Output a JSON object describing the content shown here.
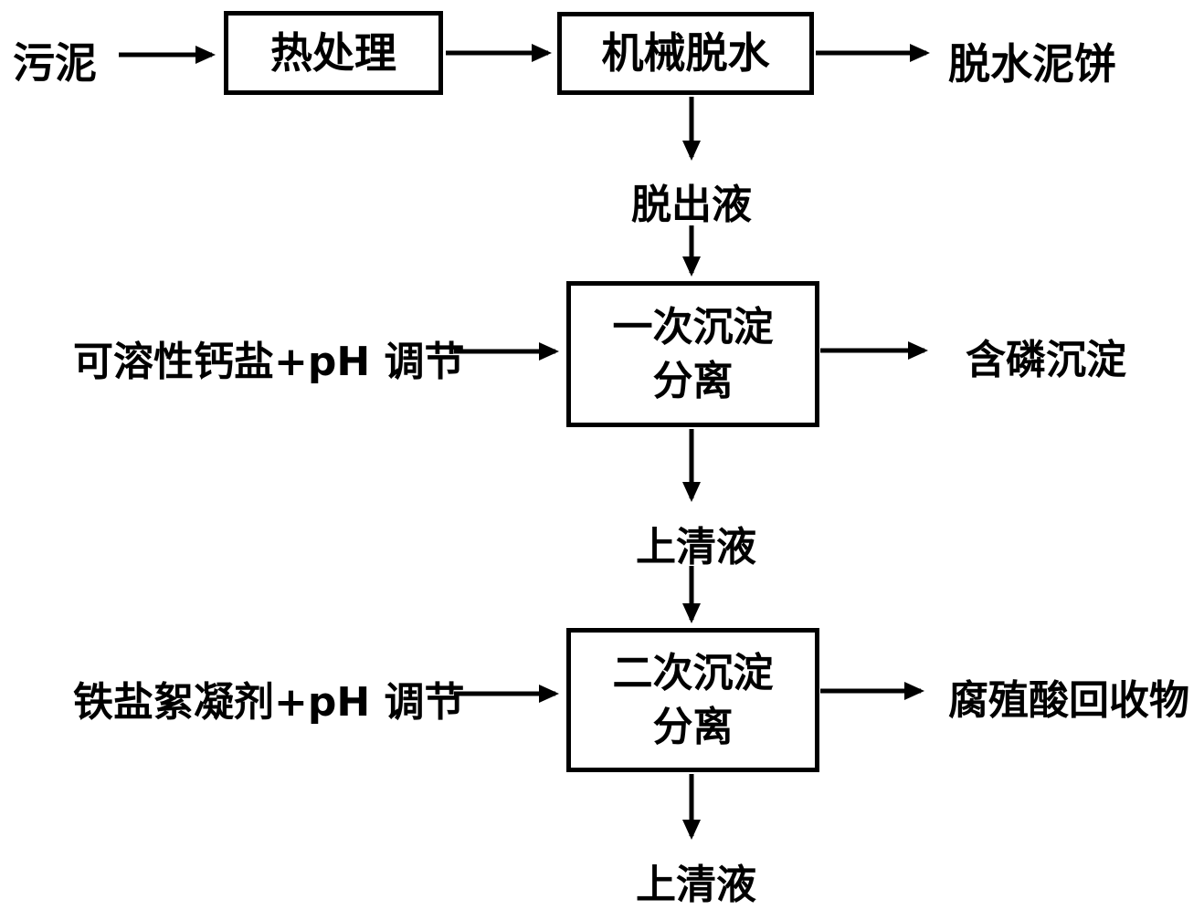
{
  "diagram": {
    "background_color": "#ffffff",
    "line_color": "#000000",
    "nodes": {
      "sludge": {
        "label": "污泥"
      },
      "heat_treatment": {
        "label": "热处理"
      },
      "mechanical_dewatering": {
        "label": "机械脱水"
      },
      "dewatered_cake": {
        "label": "脱水泥饼"
      },
      "released_liquid": {
        "label": "脱出液"
      },
      "primary_separation": {
        "lines": [
          "一次沉淀",
          "分离"
        ]
      },
      "calcium_input": {
        "label": "可溶性钙盐+pH 调节"
      },
      "phosphorus_precipitate": {
        "label": "含磷沉淀"
      },
      "supernatant_1": {
        "label": "上清液"
      },
      "secondary_separation": {
        "lines": [
          "二次沉淀",
          "分离"
        ]
      },
      "iron_input": {
        "label": "铁盐絮凝剂+pH 调节"
      },
      "humic_acid_recovery": {
        "label": "腐殖酸回收物"
      },
      "supernatant_2": {
        "label": "上清液"
      }
    }
  }
}
